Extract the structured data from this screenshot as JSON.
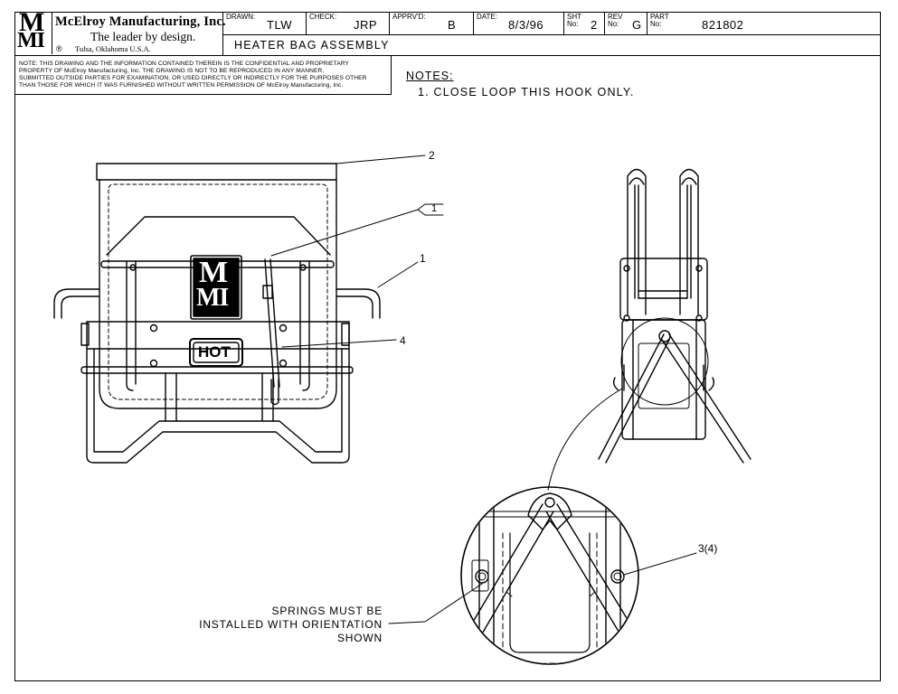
{
  "title_block": {
    "logo_top": "M",
    "logo_bottom": "MI",
    "company": "McElroy Manufacturing, Inc.",
    "tagline": "The leader by design.",
    "registered": "®",
    "address": "Tulsa, Oklahoma U.S.A.",
    "drawn_label": "DRAWN:",
    "drawn_value": "TLW",
    "check_label": "CHECK:",
    "check_value": "JRP",
    "apprvd_label": "APPRV'D:",
    "apprvd_value": "B",
    "date_label": "DATE:",
    "date_value": "8/3/96",
    "sht_label": "SHT No:",
    "sht_value": "2",
    "rev_label": "REV No:",
    "rev_value": "G",
    "part_label": "PART No:",
    "part_value": "821802",
    "drawing_title": "HEATER BAG ASSEMBLY"
  },
  "confidential_note": [
    "NOTE: THIS DRAWING AND THE INFORMATION CONTAINED THEREIN IS THE CONFIDENTIAL AND PROPRIETARY",
    "PROPERTY OF McElroy Manufacturing, Inc. THE DRAWING IS NOT TO BE REPRODUCED IN ANY MANNER,",
    "SUBMITTED OUTSIDE PARTIES FOR EXAMINATION, OR USED DIRECTLY OR INDIRECTLY FOR THE PURPOSES OTHER",
    "THAN THOSE FOR WHICH IT WAS FURNISHED WITHOUT WRITTEN PERMISSION OF McElroy Manufacturing, Inc."
  ],
  "notes": {
    "heading": "NOTES:",
    "item_1": "1. CLOSE LOOP THIS HOOK ONLY."
  },
  "drawing": {
    "balloon_2": "2",
    "balloon_flag_1": "1",
    "balloon_1": "1",
    "balloon_4": "4",
    "balloon_3_4": "3(4)",
    "bag_logo_top": "M",
    "bag_logo_bottom": "MI",
    "hot_label": "HOT",
    "spring_note_line1": "SPRINGS MUST BE",
    "spring_note_line2": "INSTALLED WITH ORIENTATION",
    "spring_note_line3": "SHOWN"
  }
}
